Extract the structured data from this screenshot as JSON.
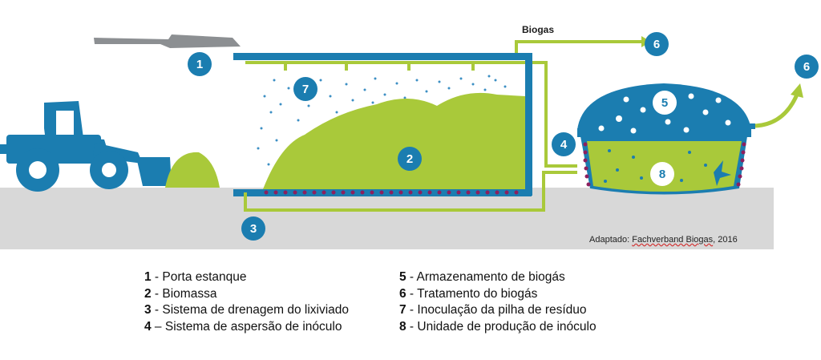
{
  "diagram": {
    "biogas_label": "Biogas",
    "credit_prefix": "Adaptado:",
    "credit_source": "Fachverband  Biogas",
    "credit_year": ", 2016",
    "badges": {
      "door": "1",
      "biomass": "2",
      "drainage": "3",
      "spray": "4",
      "storage": "5",
      "treatment_a": "6",
      "treatment_b": "6",
      "inoculation": "7",
      "production": "8"
    }
  },
  "legend": {
    "left": [
      {
        "num": "1",
        "text": " - Porta estanque"
      },
      {
        "num": "2",
        "text": " - Biomassa"
      },
      {
        "num": "3",
        "text": " - Sistema de drenagem do lixiviado"
      },
      {
        "num": "4",
        "text": " – Sistema de aspersão de inóculo"
      }
    ],
    "right": [
      {
        "num": "5",
        "text": " - Armazenamento de biogás"
      },
      {
        "num": "6",
        "text": " - Tratamento do biogás"
      },
      {
        "num": "7",
        "text": " - Inoculação da pilha de resíduo"
      },
      {
        "num": "8",
        "text": " - Unidade de produção de inóculo"
      }
    ]
  },
  "colors": {
    "blue": "#1b7db0",
    "green": "#a9c93a",
    "ground": "#d8d8d8",
    "grey": "#8c8f92",
    "purple": "#8c1f5e"
  }
}
